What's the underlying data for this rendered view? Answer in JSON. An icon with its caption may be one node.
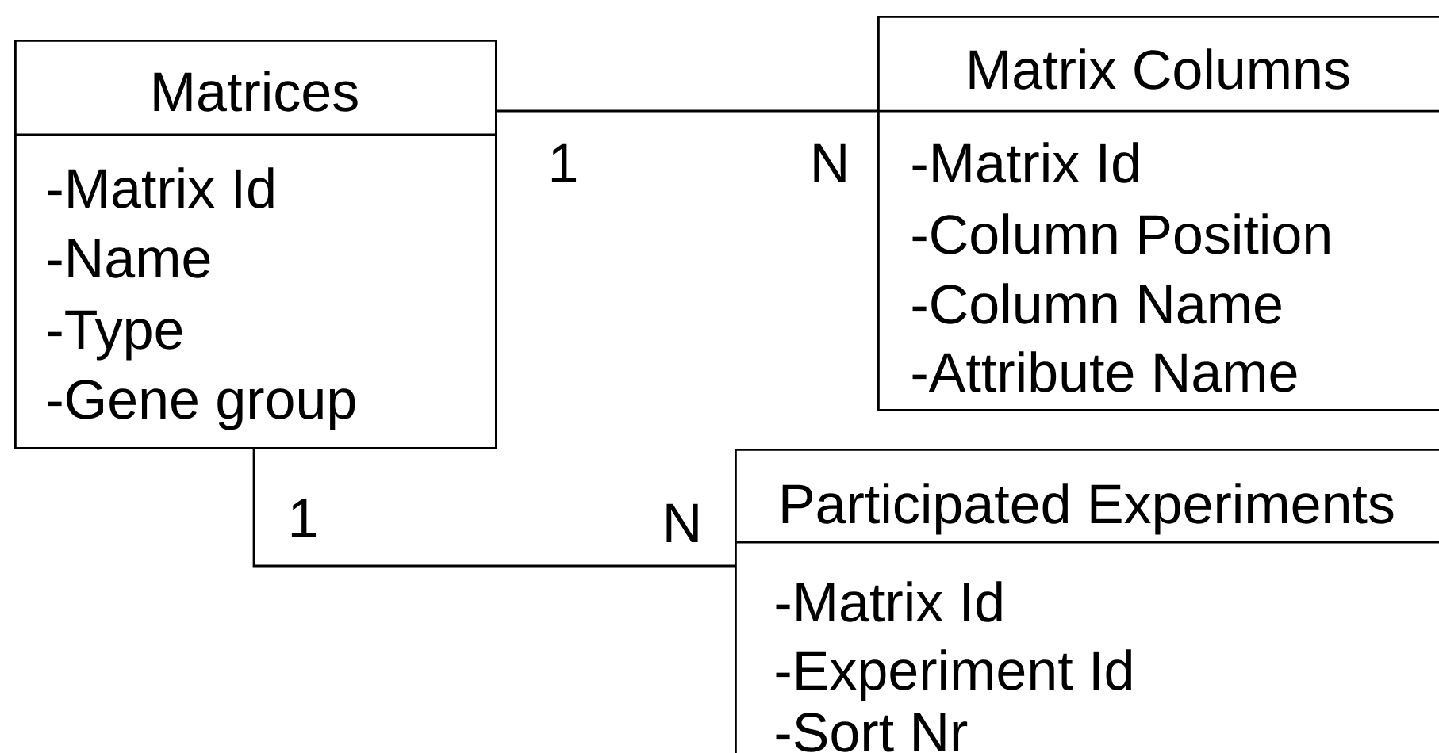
{
  "diagram": {
    "nodes": [
      {
        "text": [
          "Matrices",
          "-Matrix Id",
          "-Name",
          "-Type",
          "-Gene group"
        ]
      },
      {
        "text": [
          "Matrix Columns",
          "-Matrix Id",
          "-Column Position",
          "-Column Name",
          "-Attribute Name"
        ]
      },
      {
        "text": [
          "Participated Experiments",
          "-Matrix Id",
          "-Experiment Id",
          "-Sort Nr"
        ]
      }
    ],
    "edges": [
      {
        "from": 0,
        "to": 1,
        "arrow": "none"
      },
      {
        "from": 0,
        "to": 2,
        "arrow": "none"
      }
    ],
    "labels": [
      "1",
      "N",
      "1",
      "N"
    ]
  }
}
